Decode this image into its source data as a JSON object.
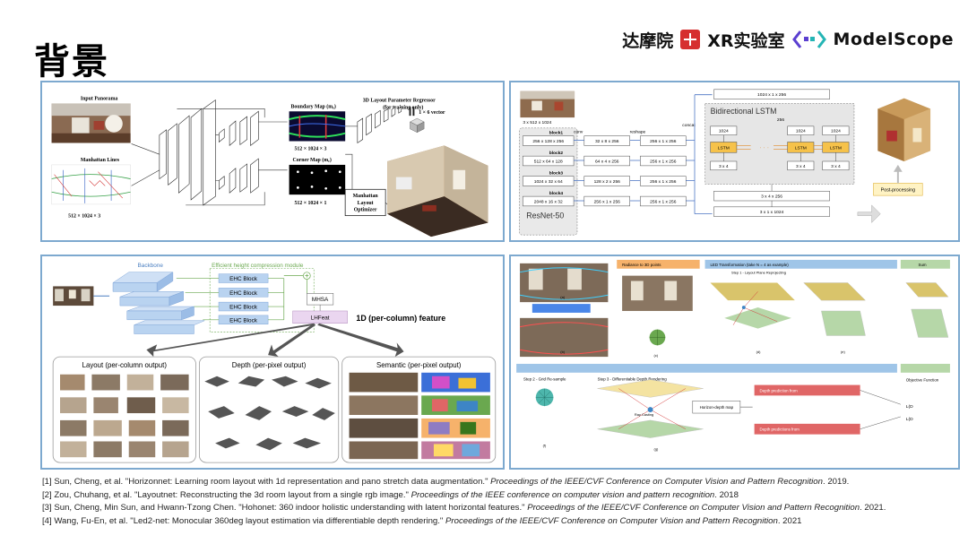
{
  "slide": {
    "title": "背景",
    "logos": {
      "damo": "达摩院",
      "xrlab": "XR实验室",
      "modelscope": "ModelScope",
      "damo_seal_icon": "red-seal-icon",
      "modelscope_mark_icon": "modelscope-bracket-icon"
    }
  },
  "figure1": {
    "input_panorama": "Input Panorama",
    "manhattan_lines": "Manhattan Lines",
    "input_size": "512 × 1024 × 3",
    "boundary_map": "Boundary Map (m",
    "boundary_sub": "e",
    "boundary_size": "512 × 1024 × 3",
    "corner_map": "Corner Map (m",
    "corner_sub": "c",
    "corner_size": "512 × 1024 × 1",
    "regressor_1": "3D Layout Parameter Regressor",
    "regressor_2": "(for training only)",
    "vector": "1 × 6 vector",
    "optimizer_1": "Manhattan",
    "optimizer_2": "Layout",
    "optimizer_3": "Optimizer"
  },
  "figure2": {
    "input_size": "3 x 512 x 1024",
    "blocks": [
      "block1",
      "block2",
      "block3",
      "block4"
    ],
    "feature_sizes": [
      "256 x 128 x 256",
      "512 x 64 x 128",
      "1024 x 32 x 64",
      "2048 x 16 x 32"
    ],
    "conv_sizes": [
      "32 x 8 x 256",
      "64 x 4 x 256",
      "128 x 2 x 256",
      "256 x 1 x 256"
    ],
    "reshape_sizes": [
      "256 x 1 x 256",
      "256 x 1 x 256",
      "256 x 1 x 256",
      "256 x 1 x 256"
    ],
    "conv_label": "conv",
    "reshape_label": "reshape",
    "concat_label": "concat",
    "resnet": "ResNet-50",
    "top_size": "1024 x 1 x 256",
    "lstm_title": "Bidirectional LSTM",
    "lstm_dim": "256",
    "lstm_in": "1024",
    "lstm": "LSTM",
    "lstm_out": "3 x 4",
    "dots": "· · ·",
    "out_1": "3 x 4 x 256",
    "out_2": "3 x 1 x 1024",
    "post": "Post-processing"
  },
  "figure3": {
    "backbone": "Backbone",
    "ehc_module": "Efficient height compression module",
    "ehc_block": "EHC Block",
    "mhsa": "MHSA",
    "lhfeat": "LHFeat",
    "feature_1d": "1D (per-column) feature",
    "layout": "Layout (per-column output)",
    "depth": "Depth (per-pixel output)",
    "semantic": "Semantic (per-pixel output)"
  },
  "figure4": {
    "rad_label": "Radiance to 3D points",
    "led2_label": "LED Transformation (take N = 4 as example)",
    "step1": "Step 1 - Layout Plane Reprojecting",
    "step2": "Step 2 - Grid Re-sample",
    "step3": "Step 3 - Differentiable Depth Rendering",
    "sum_label": "Sum",
    "depth_map": "Horizon-depth map",
    "ray": "Ray Casting",
    "depth_gt": "Depth prediction from",
    "depth_pred": "Depth predictions from",
    "objective": "Objective Function",
    "panels": [
      "(a)",
      "(b)",
      "(c)",
      "(d)",
      "(e)",
      "(f)",
      "(g)"
    ]
  },
  "references": [
    {
      "id": "[1]",
      "text": "Sun, Cheng, et al. \"Horizonnet: Learning room layout with 1d representation and pano stretch data augmentation.\" ",
      "venue": "Proceedings of the IEEE/CVF Conference on Computer Vision and Pattern Recognition",
      "year": ". 2019."
    },
    {
      "id": "[2]",
      "text": "Zou, Chuhang, et al. \"Layoutnet: Reconstructing the 3d room layout from a single rgb image.\" ",
      "venue": "Proceedings of the IEEE conference on computer vision and pattern recognition",
      "year": ". 2018"
    },
    {
      "id": "[3]",
      "text": "Sun, Cheng, Min Sun, and Hwann-Tzong Chen. \"Hohonet: 360 indoor holistic understanding with latent horizontal features.\" ",
      "venue": "Proceedings of the IEEE/CVF Conference on Computer Vision and Pattern Recognition",
      "year": ". 2021."
    },
    {
      "id": "[4]",
      "text": "Wang, Fu-En, et al. \"Led2-net: Monocular 360deg layout estimation via differentiable depth rendering.\" ",
      "venue": "Proceedings of the IEEE/CVF Conference on Computer Vision and Pattern Recognition",
      "year": ". 2021"
    }
  ],
  "colors": {
    "panel_border": "#7da9cf",
    "lstm_orange": "#f6c24a",
    "ehc_blue": "#b9d3f0",
    "module_green": "#6aa84f",
    "flow_red": "#c0392b"
  }
}
